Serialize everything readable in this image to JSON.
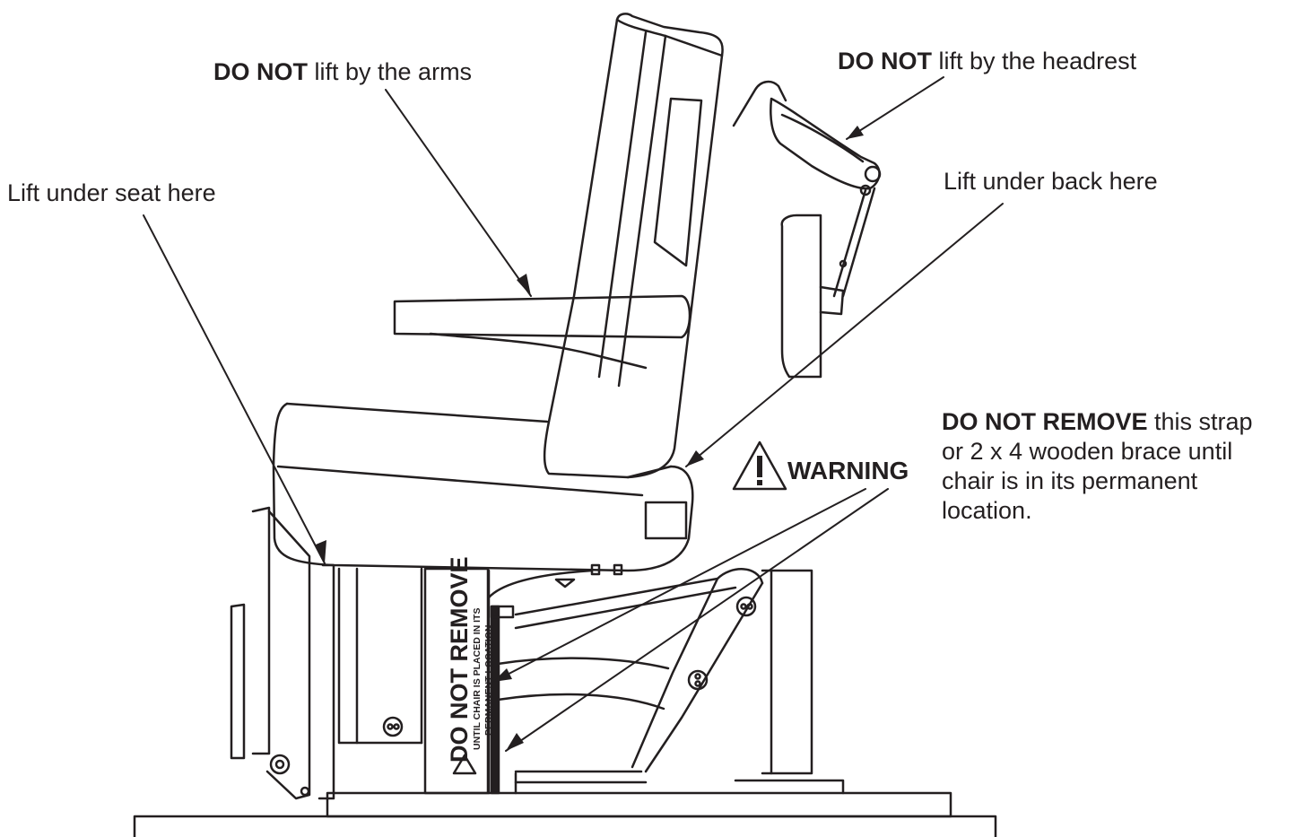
{
  "labels": {
    "arms": {
      "emph": "DO NOT",
      "rest": " lift by the arms"
    },
    "headrest": {
      "emph": "DO NOT",
      "rest": " lift by the headrest"
    },
    "seat": "Lift under seat here",
    "back": "Lift under back here",
    "warning_word": "WARNING",
    "strap_notice": {
      "emph": "DO NOT REMOVE",
      "line1_rest": " this strap",
      "line2": "or 2 x 4 wooden brace until",
      "line3": "chair is in its permanent",
      "line4": "location."
    }
  },
  "brace_label": {
    "main": "DO NOT REMOVE",
    "sub1": "UNTIL CHAIR IS PLACED IN ITS",
    "sub2": "PERMANENT LOCATION"
  },
  "colors": {
    "ink": "#231f20",
    "background": "#ffffff"
  }
}
